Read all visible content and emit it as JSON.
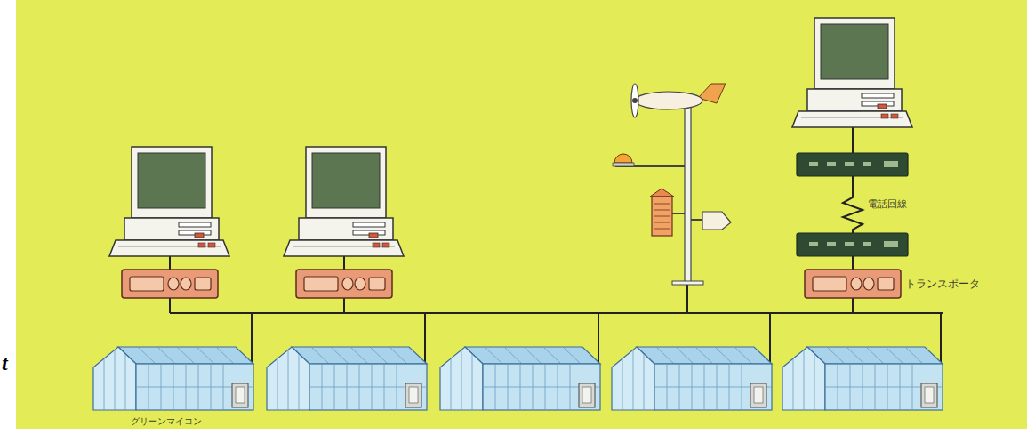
{
  "diagram": {
    "nodes": [
      {
        "text": [
          "トランスポータ"
        ]
      },
      {
        "text": [
          "グリーンマイコン"
        ]
      }
    ],
    "labels": [
      "電話回線",
      "t"
    ]
  }
}
